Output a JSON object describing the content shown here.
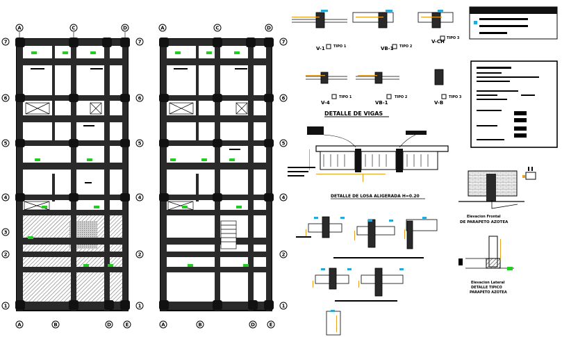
{
  "axes_bottom": [
    "A",
    "B",
    "D",
    "E"
  ],
  "axes_top": [
    "A",
    "C",
    "D"
  ],
  "rows": [
    "7",
    "6",
    "5",
    "4",
    "3",
    "2",
    "1"
  ],
  "beam_tags": [
    {
      "name": "V-1",
      "tipo": "TIPO 1"
    },
    {
      "name": "VB-1",
      "tipo": "TIPO 2"
    },
    {
      "name": "V-CH",
      "tipo": "TIPO 3"
    },
    {
      "name": "V-4",
      "tipo": "TIPO 1"
    },
    {
      "name": "VB-1",
      "tipo": "TIPO 2"
    },
    {
      "name": "V-B",
      "tipo": "TIPO 3"
    }
  ],
  "titles": {
    "vigas": "DETALLE DE VIGAS",
    "losa": "DETALLE DE LOSA ALIGERADA H=0.20",
    "parapeto_frontal_1": "Elevacion Frontal",
    "parapeto_frontal_2": "DE PARAPETO AZOTEA",
    "parapeto_lateral_1": "Elevacion Lateral",
    "parapeto_lateral_2": "DETALLE TIPICO",
    "parapeto_lateral_3": "PARAPETO AZOTEA"
  },
  "colors": {
    "line": "#000000",
    "column": "#2a2a2a",
    "hatch": "#555555",
    "accent_green": "#22cc22",
    "accent_orange": "#e8a020",
    "accent_cyan": "#22aadd"
  }
}
